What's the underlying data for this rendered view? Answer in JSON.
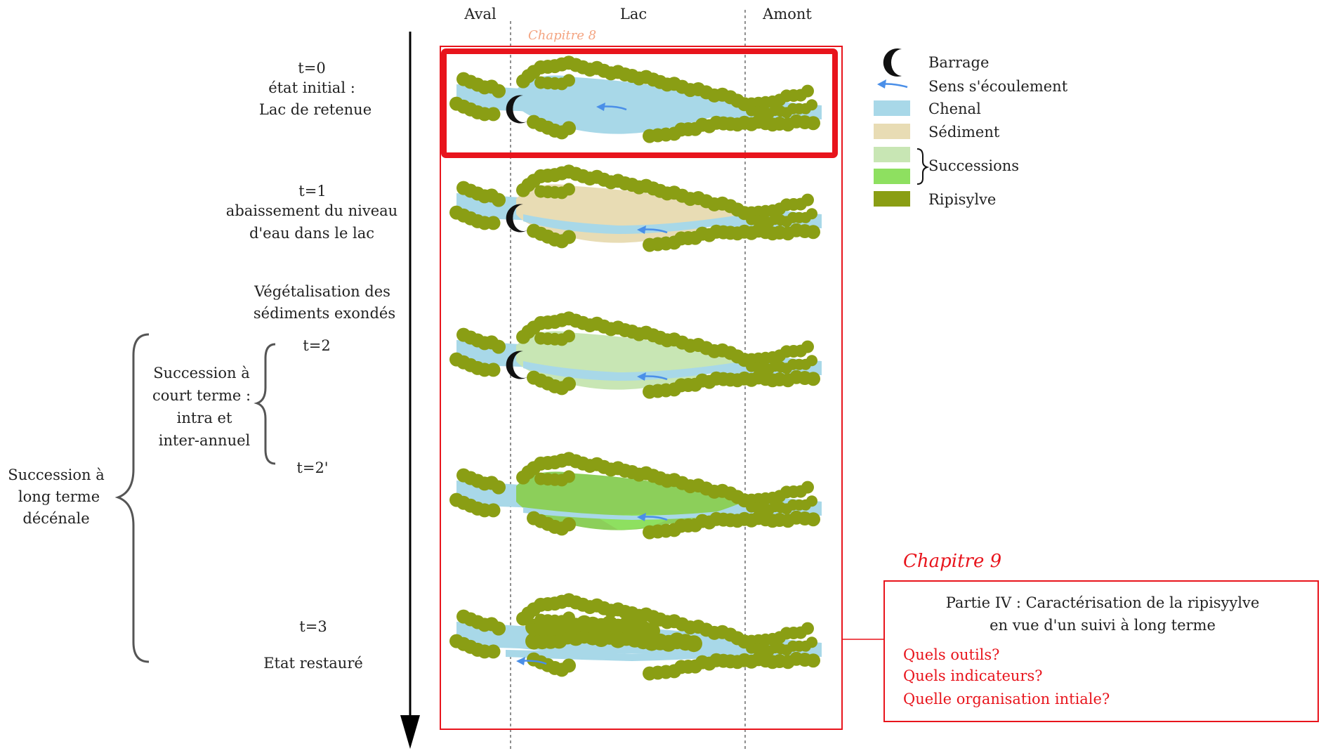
{
  "columns": {
    "aval": "Aval",
    "lac": "Lac",
    "amont": "Amont"
  },
  "chapter8_label": "Chapitre 8",
  "chapter9_label": "Chapitre 9",
  "stages": {
    "t0": {
      "time": "t=0",
      "line1": "état initial :",
      "line2": "Lac de retenue"
    },
    "t1": {
      "time": "t=1",
      "line1": "abaissement du niveau",
      "line2": "d'eau dans le lac"
    },
    "veg": {
      "line1": "Végétalisation des",
      "line2": "sédiments exondés"
    },
    "t2": {
      "time": "t=2"
    },
    "t2p": {
      "time": "t=2'"
    },
    "t3": {
      "time": "t=3",
      "label": "Etat restauré"
    }
  },
  "short_term": {
    "line1": "Succession à",
    "line2": "court terme :",
    "line3": "intra et",
    "line4": "inter-annuel"
  },
  "long_term": {
    "line1": "Succession à",
    "line2": "long terme",
    "line3": "décénale"
  },
  "legend": [
    {
      "label": "Barrage",
      "icon": "dam-crescent-icon",
      "color": "#111111"
    },
    {
      "label": "Sens s'écoulement",
      "icon": "flow-arrow-icon",
      "color": "#4a8fe8"
    },
    {
      "label": "Chenal",
      "color": "#a8d8e8"
    },
    {
      "label": "Sédiment",
      "color": "#e8dcb4"
    },
    {
      "label": "Successions",
      "colors": [
        "#c8e6b4",
        "#8ee060"
      ]
    },
    {
      "label": "Ripisylve",
      "color": "#8a9e14"
    }
  ],
  "part": {
    "title_line1": "Partie IV : Caractérisation de la ripisyylve",
    "title_line2": "en vue d'un suivi à long terme",
    "questions": [
      "Quels outils?",
      "Quels indicateurs?",
      "Quelle organisation intiale?"
    ]
  },
  "colors": {
    "channel": "#a8d8e8",
    "sediment": "#e8dcb4",
    "succession_light": "#c8e6b4",
    "succession_mid": "#8ccf5a",
    "succession_bright": "#8ee060",
    "ripisylve": "#8a9e14",
    "dam": "#111111",
    "flow_arrow": "#4a8fe8",
    "frame_red": "#e8141c",
    "chapter8_orange": "#f4a582"
  }
}
